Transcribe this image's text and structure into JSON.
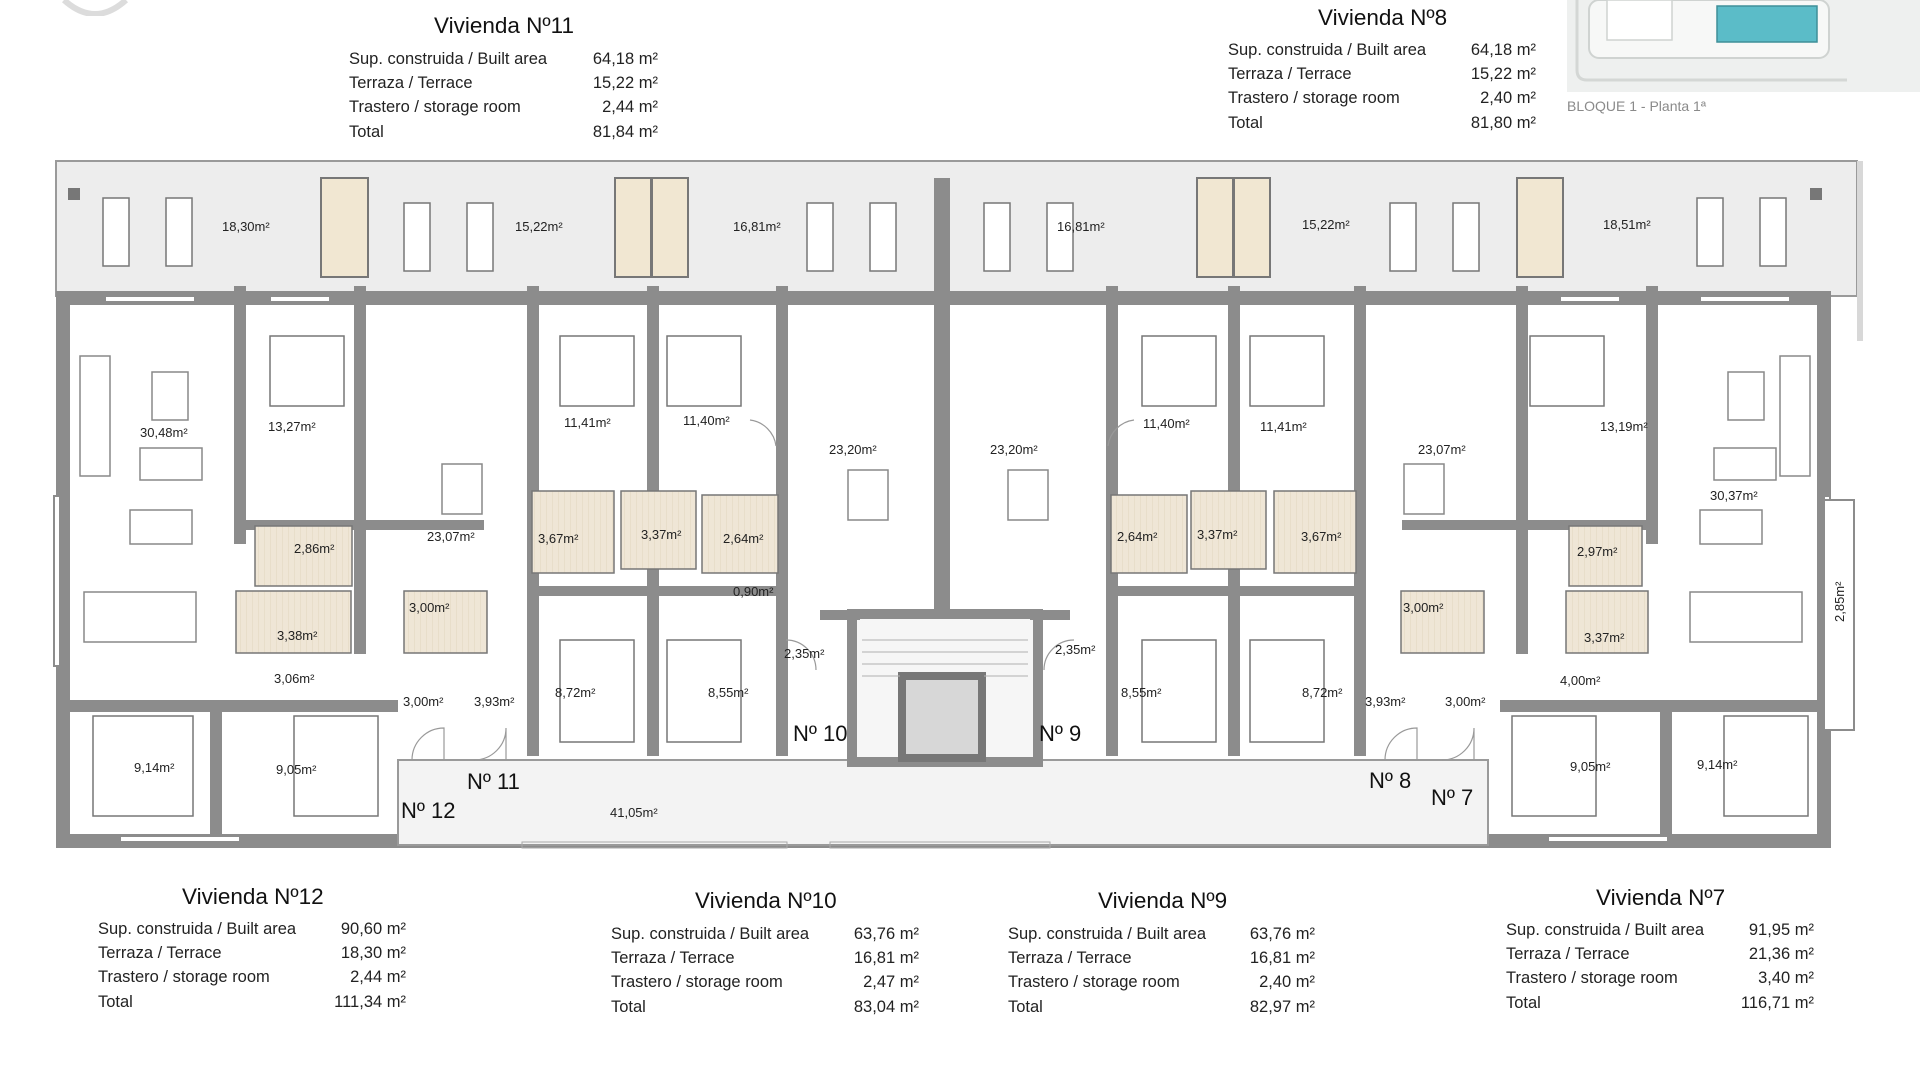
{
  "keyplan": {
    "caption": "BLOQUE 1 - Planta 1ª",
    "highlight_color": "#5bbcc8"
  },
  "units": [
    {
      "id": "u11",
      "title": "Vivienda Nº11",
      "rows": [
        {
          "label": "Sup. construida / Built area",
          "value": "64,18 m²"
        },
        {
          "label": "Terraza / Terrace",
          "value": "15,22 m²"
        },
        {
          "label": "Trastero / storage room",
          "value": "2,44 m²"
        },
        {
          "label": "Total",
          "value": "81,84 m²"
        }
      ]
    },
    {
      "id": "u8",
      "title": "Vivienda Nº8",
      "rows": [
        {
          "label": "Sup. construida / Built area",
          "value": "64,18 m²"
        },
        {
          "label": "Terraza / Terrace",
          "value": "15,22 m²"
        },
        {
          "label": "Trastero / storage room",
          "value": "2,40 m²"
        },
        {
          "label": "Total",
          "value": "81,80 m²"
        }
      ]
    },
    {
      "id": "u12",
      "title": "Vivienda Nº12",
      "rows": [
        {
          "label": "Sup. construida / Built area",
          "value": "90,60 m²"
        },
        {
          "label": "Terraza / Terrace",
          "value": "18,30 m²"
        },
        {
          "label": "Trastero / storage room",
          "value": "2,44 m²"
        },
        {
          "label": "Total",
          "value": "111,34 m²"
        }
      ]
    },
    {
      "id": "u10",
      "title": "Vivienda Nº10",
      "rows": [
        {
          "label": "Sup. construida / Built area",
          "value": "63,76 m²"
        },
        {
          "label": "Terraza / Terrace",
          "value": "16,81 m²"
        },
        {
          "label": "Trastero / storage room",
          "value": "2,47 m²"
        },
        {
          "label": "Total",
          "value": "83,04 m²"
        }
      ]
    },
    {
      "id": "u9",
      "title": "Vivienda Nº9",
      "rows": [
        {
          "label": "Sup. construida / Built area",
          "value": "63,76 m²"
        },
        {
          "label": "Terraza / Terrace",
          "value": "16,81 m²"
        },
        {
          "label": "Trastero / storage room",
          "value": "2,40 m²"
        },
        {
          "label": "Total",
          "value": "82,97 m²"
        }
      ]
    },
    {
      "id": "u7",
      "title": "Vivienda Nº7",
      "rows": [
        {
          "label": "Sup. construida / Built area",
          "value": "91,95 m²"
        },
        {
          "label": "Terraza / Terrace",
          "value": "21,36 m²"
        },
        {
          "label": "Trastero / storage room",
          "value": "3,40 m²"
        },
        {
          "label": "Total",
          "value": "116,71 m²"
        }
      ]
    }
  ],
  "unit_labels": {
    "n12": "Nº 12",
    "n11": "Nº 11",
    "n10": "Nº 10",
    "n9": "Nº 9",
    "n8": "Nº 8",
    "n7": "Nº 7"
  },
  "areas": {
    "terrace_1": "18,30m²",
    "terrace_2": "15,22m²",
    "terrace_3": "16,81m²",
    "terrace_4": "16,81m²",
    "terrace_5": "15,22m²",
    "terrace_6": "18,51m²",
    "a_30_48": "30,48m²",
    "a_13_27": "13,27m²",
    "a_23_07_l": "23,07m²",
    "a_11_41_l": "11,41m²",
    "a_11_40_l": "11,40m²",
    "a_23_20_l": "23,20m²",
    "a_23_20_r": "23,20m²",
    "a_11_40_r": "11,40m²",
    "a_11_41_r": "11,41m²",
    "a_23_07_r": "23,07m²",
    "a_13_19": "13,19m²",
    "a_30_37": "30,37m²",
    "a_2_86": "2,86m²",
    "a_3_67_l": "3,67m²",
    "a_3_37_l": "3,37m²",
    "a_2_64_l": "2,64m²",
    "a_2_64_r": "2,64m²",
    "a_3_37_r": "3,37m²",
    "a_3_67_r": "3,67m²",
    "a_2_97": "2,97m²",
    "a_3_38": "3,38m²",
    "a_3_00_l": "3,00m²",
    "a_0_90": "0,90m²",
    "a_3_00_r": "3,00m²",
    "a_3_37_r2": "3,37m²",
    "a_2_85": "2,85m²",
    "a_3_06": "3,06m²",
    "a_2_35_l": "2,35m²",
    "a_2_35_r": "2,35m²",
    "a_4_00": "4,00m²",
    "a_3_00_hl": "3,00m²",
    "a_3_93_l": "3,93m²",
    "a_8_72_l": "8,72m²",
    "a_8_55_l": "8,55m²",
    "a_8_55_r": "8,55m²",
    "a_8_72_r": "8,72m²",
    "a_3_93_r": "3,93m²",
    "a_3_00_hr": "3,00m²",
    "a_9_14_l": "9,14m²",
    "a_9_05_l": "9,05m²",
    "a_9_05_r": "9,05m²",
    "a_9_14_r": "9,14m²",
    "a_41_05": "41,05m²"
  },
  "colors": {
    "wall": "#8c8c8c",
    "terrace": "#ededed",
    "storage": "#f1e7d2",
    "bath": "#efe6d6",
    "corridor": "#f3f3f3"
  }
}
